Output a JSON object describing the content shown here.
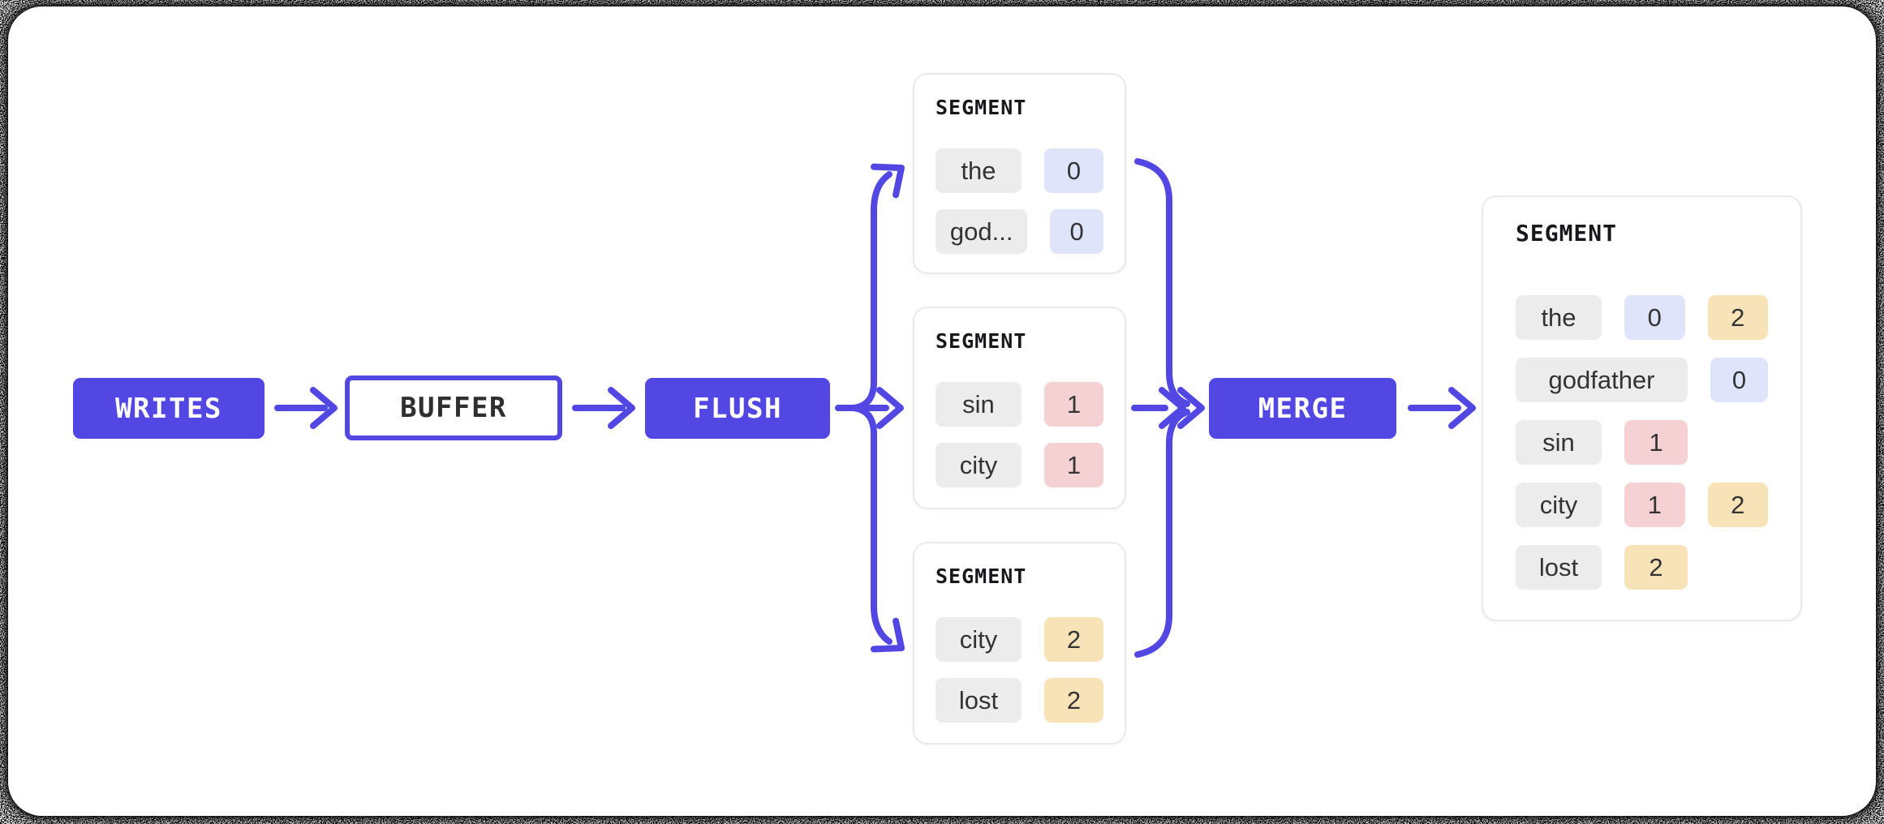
{
  "theme": {
    "accent": "#5347e3",
    "chipGray": "#ececec",
    "chipBlue": "#dfe4fb",
    "chipPink": "#f5d1d3",
    "chipYellow": "#f8e3b9",
    "chipText": "#333333",
    "titleColor": "#17181c",
    "bufferText": "#2f2f2f",
    "cardBorder": "#e9e9e9",
    "panelBg": "#ffffff"
  },
  "nodes": {
    "writes": "WRITES",
    "buffer": "BUFFER",
    "flush": "FLUSH",
    "merge": "MERGE"
  },
  "flush_segments": [
    {
      "title": "SEGMENT",
      "rows": [
        {
          "word": "the",
          "nums": [
            {
              "v": "0",
              "c": "blue"
            }
          ]
        },
        {
          "word": "god...",
          "nums": [
            {
              "v": "0",
              "c": "blue"
            }
          ]
        }
      ]
    },
    {
      "title": "SEGMENT",
      "rows": [
        {
          "word": "sin",
          "nums": [
            {
              "v": "1",
              "c": "pink"
            }
          ]
        },
        {
          "word": "city",
          "nums": [
            {
              "v": "1",
              "c": "pink"
            }
          ]
        }
      ]
    },
    {
      "title": "SEGMENT",
      "rows": [
        {
          "word": "city",
          "nums": [
            {
              "v": "2",
              "c": "yellow"
            }
          ]
        },
        {
          "word": "lost",
          "nums": [
            {
              "v": "2",
              "c": "yellow"
            }
          ]
        }
      ]
    }
  ],
  "merged": {
    "title": "SEGMENT",
    "rows": [
      {
        "word": "the",
        "nums": [
          {
            "v": "0",
            "c": "blue"
          },
          {
            "v": "2",
            "c": "yellow"
          }
        ]
      },
      {
        "word": "godfather",
        "nums": [
          {
            "v": "0",
            "c": "blue"
          }
        ]
      },
      {
        "word": "sin",
        "nums": [
          {
            "v": "1",
            "c": "pink"
          }
        ]
      },
      {
        "word": "city",
        "nums": [
          {
            "v": "1",
            "c": "pink"
          },
          {
            "v": "2",
            "c": "yellow"
          }
        ]
      },
      {
        "word": "lost",
        "nums": [
          {
            "v": "2",
            "c": "yellow"
          }
        ]
      }
    ]
  }
}
